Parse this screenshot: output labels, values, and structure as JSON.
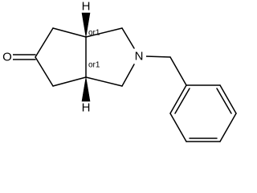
{
  "molecule": {
    "atoms": {
      "oxygen": "O",
      "nitrogen": "N",
      "hydrogen_top": "H",
      "hydrogen_bottom": "H"
    },
    "stereo_labels": {
      "top": "or1",
      "bottom": "or1"
    },
    "colors": {
      "bond": "#000000",
      "background": "#ffffff"
    }
  }
}
